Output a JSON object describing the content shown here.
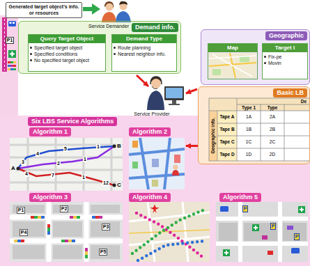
{
  "diagram": {
    "nodes": [
      {
        "text": [
          "Generated target object's info. or resources"
        ]
      },
      {
        "text": [
          "Demand info."
        ]
      },
      {
        "text": [
          "Query Target Object",
          "Specified target object",
          "Specified conditions",
          "No specified target object"
        ],
        "in": 1
      },
      {
        "text": [
          "Demand Type",
          "Route planning",
          "Nearest neighbor info."
        ],
        "in": 1
      },
      {
        "text": [
          "Geographic"
        ]
      },
      {
        "text": [
          "Map"
        ],
        "in": 4
      },
      {
        "text": [
          "Target I",
          "Fix-pe",
          "Movin"
        ],
        "in": 4
      },
      {
        "text": [
          "Basic LB"
        ]
      },
      {
        "text": [
          "Six LBS Service Algorithms"
        ]
      },
      {
        "text": [
          "Algorithm 1"
        ],
        "in": 8
      },
      {
        "text": [
          "Algorithm 2"
        ],
        "in": 8
      },
      {
        "text": [
          "Algorithm 3"
        ],
        "in": 8
      },
      {
        "text": [
          "Algorithm 4"
        ],
        "in": 8
      },
      {
        "text": [
          "Algorithm 5"
        ],
        "in": 8
      }
    ],
    "edges": [
      {
        "from": 7,
        "to": 10,
        "arrow": "to"
      }
    ],
    "labels": [
      "P1",
      "Service Demander",
      "Service Provider",
      "Geographic info.",
      "De",
      "Type 1",
      "Type",
      "Tape A",
      "1A",
      "2A",
      "Tape B",
      "1B",
      "2B",
      "Tape C",
      "1C",
      "2C",
      "Tape D",
      "1D",
      "2D",
      "A",
      "B",
      "C",
      "3",
      "4",
      "5",
      "4",
      "2",
      "1",
      "7",
      "1",
      "12",
      "1",
      "P1",
      "P2",
      "P3",
      "P4",
      "P5",
      "P",
      "P",
      "P"
    ]
  }
}
